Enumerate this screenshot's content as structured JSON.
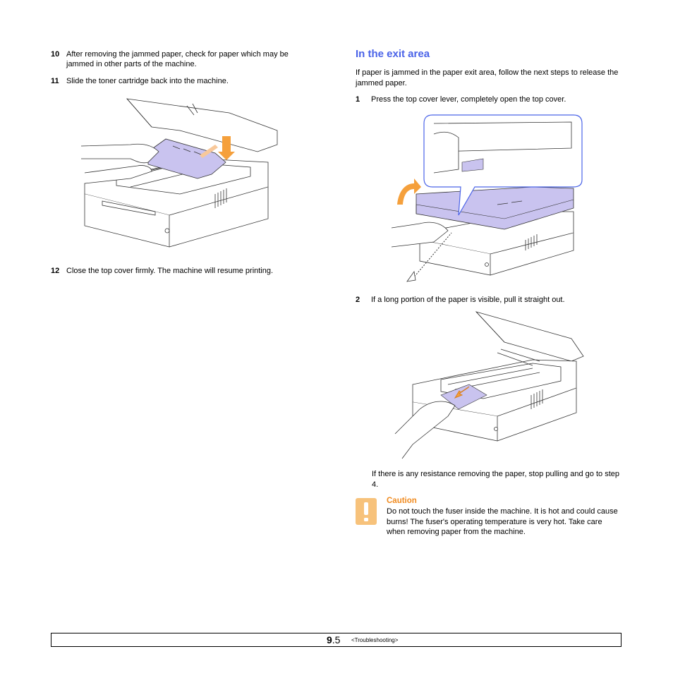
{
  "left_column": {
    "step10": {
      "num": "10",
      "text": "After removing the jammed paper, check for paper which may be jammed in other parts of the machine."
    },
    "step11": {
      "num": "11",
      "text": "Slide the toner cartridge back into the machine."
    },
    "step12": {
      "num": "12",
      "text": "Close the top cover firmly. The machine will resume printing."
    }
  },
  "right_column": {
    "heading": "In the exit area",
    "intro": "If paper is jammed in the paper exit area, follow the next steps to release the jammed paper.",
    "step1": {
      "num": "1",
      "text": "Press the top cover lever, completely open the top cover."
    },
    "step2": {
      "num": "2",
      "text": "If a long portion of the paper is visible, pull it straight out."
    },
    "resistance_note": "If there is any resistance removing the paper, stop pulling and go to step 4.",
    "caution": {
      "title": "Caution",
      "text": "Do not touch the fuser inside the machine. It is hot and could cause burns! The fuser's operating temperature is very hot. Take care when removing paper from the machine.",
      "icon": "exclamation-icon"
    }
  },
  "footer": {
    "chapter": "9",
    "page": ".5",
    "section": "<Troubleshooting>"
  },
  "colors": {
    "heading": "#4a63e8",
    "caution_title": "#f08a1e",
    "caution_icon": "#f7c27b",
    "highlight_part": "#c9c3ef",
    "arrow": "#f5a03c"
  }
}
